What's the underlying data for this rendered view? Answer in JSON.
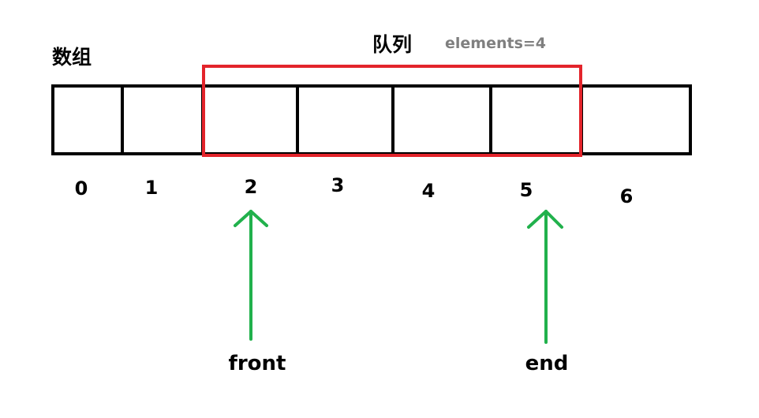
{
  "array_label": "数组",
  "queue_label": "队列",
  "elements_label": "elements=4",
  "indices": [
    "0",
    "1",
    "2",
    "3",
    "4",
    "5",
    "6"
  ],
  "front_label": "front",
  "end_label": "end",
  "colors": {
    "queue_outline": "#e3242b",
    "arrow": "#21b14c",
    "elements_text": "#7f7f7f",
    "cell_border": "#000000"
  }
}
